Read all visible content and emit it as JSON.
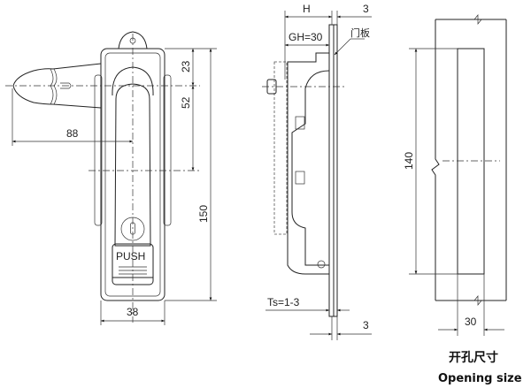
{
  "front_view": {
    "dim_top": "23",
    "dim_mid": "52",
    "dim_total": "150",
    "dim_handle": "88",
    "dim_width": "38",
    "button_label": "PUSH"
  },
  "side_view": {
    "dim_h": "H",
    "dim_top_3": "3",
    "dim_gh": "GH=30",
    "door_panel_label": "门板",
    "dim_ts": "Ts=1-3",
    "dim_bottom_3": "3"
  },
  "cutout_view": {
    "dim_height": "140",
    "dim_width": "30",
    "title_cn": "开孔尺寸",
    "title_en": "Opening size"
  }
}
